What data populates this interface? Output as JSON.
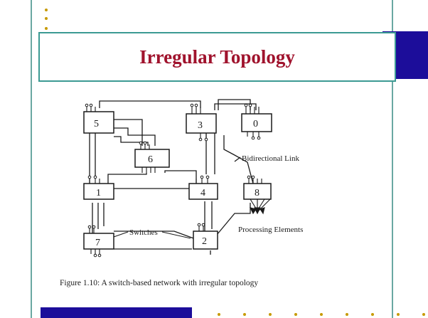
{
  "slide": {
    "title": "Irregular Topology",
    "caption": "Figure 1.10: A switch-based network with irregular topology"
  },
  "figure": {
    "switches": [
      "5",
      "3",
      "0",
      "6",
      "1",
      "4",
      "8",
      "7",
      "2"
    ],
    "annotations": {
      "bidirectional_link": "Bidirectional Link",
      "switches": "Switches",
      "processing_elements": "Processing Elements"
    }
  },
  "colors": {
    "title_text": "#a0132d",
    "title_border": "#3c9a93",
    "accent_block": "#1c0d9a",
    "bullet_dots": "#c79a00"
  }
}
